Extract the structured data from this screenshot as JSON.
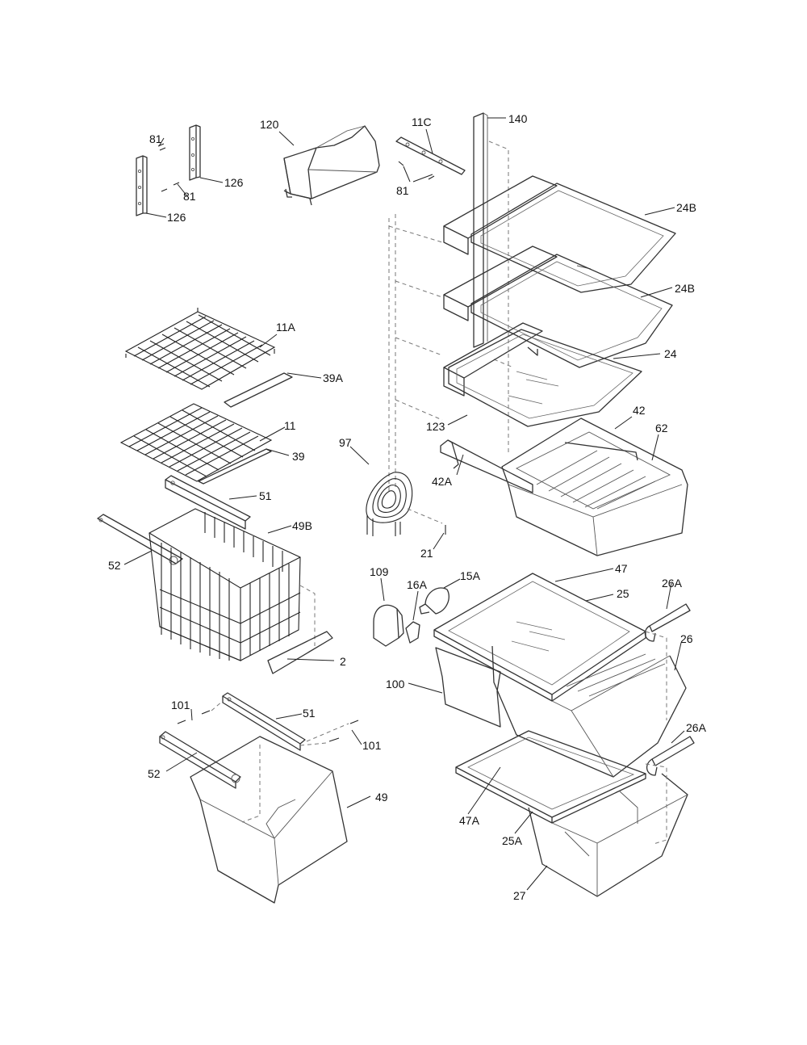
{
  "callouts": {
    "c81a": "81",
    "c81b": "81",
    "c81c": "81",
    "c126a": "126",
    "c126b": "126",
    "c120": "120",
    "c11C": "11C",
    "c140": "140",
    "c24Ba": "24B",
    "c24Bb": "24B",
    "c24": "24",
    "c11A": "11A",
    "c39A": "39A",
    "c11": "11",
    "c39": "39",
    "c97": "97",
    "c123": "123",
    "c42": "42",
    "c62": "62",
    "c42A": "42A",
    "c51a": "51",
    "c49B": "49B",
    "c52a": "52",
    "c21": "21",
    "c109": "109",
    "c16A": "16A",
    "c15A": "15A",
    "c47": "47",
    "c25": "25",
    "c26Aa": "26A",
    "c26": "26",
    "c2": "2",
    "c100": "100",
    "c101a": "101",
    "c51b": "51",
    "c101b": "101",
    "c26Ab": "26A",
    "c52b": "52",
    "c49": "49",
    "c47A": "47A",
    "c25A": "25A",
    "c27": "27"
  }
}
